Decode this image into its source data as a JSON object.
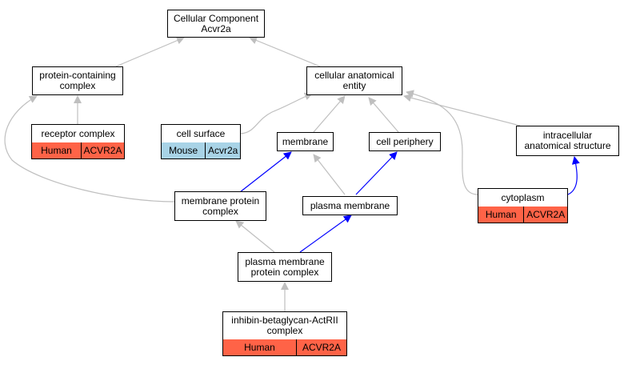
{
  "colors": {
    "gray_edge": "#bfbfbf",
    "blue_edge": "#0000ff",
    "human": "#ff6347",
    "mouse": "#a8d3e6"
  },
  "nodes": {
    "root": "Cellular Component\nAcvr2a",
    "protein_containing_complex": "protein-containing\ncomplex",
    "cellular_anatomical_entity": "cellular anatomical\nentity",
    "receptor_complex": "receptor complex",
    "cell_surface": "cell surface",
    "membrane": "membrane",
    "cell_periphery": "cell periphery",
    "intracellular_structure": "intracellular\nanatomical structure",
    "membrane_protein_complex": "membrane protein\ncomplex",
    "plasma_membrane": "plasma membrane",
    "cytoplasm": "cytoplasm",
    "plasma_membrane_protein_complex": "plasma membrane\nprotein complex",
    "inhibin_complex": "inhibin-betaglycan-ActRII\ncomplex"
  },
  "annotations": {
    "receptor_complex": {
      "species": "Human",
      "gene": "ACVR2A"
    },
    "cell_surface": {
      "species": "Mouse",
      "gene": "Acvr2a"
    },
    "cytoplasm": {
      "species": "Human",
      "gene": "ACVR2A"
    },
    "inhibin_complex": {
      "species": "Human",
      "gene": "ACVR2A"
    }
  },
  "edges": [
    {
      "from": "protein_containing_complex",
      "to": "root",
      "color": "gray"
    },
    {
      "from": "cellular_anatomical_entity",
      "to": "root",
      "color": "gray"
    },
    {
      "from": "receptor_complex",
      "to": "protein_containing_complex",
      "color": "gray"
    },
    {
      "from": "cell_surface",
      "to": "cellular_anatomical_entity",
      "color": "gray"
    },
    {
      "from": "membrane",
      "to": "cellular_anatomical_entity",
      "color": "gray"
    },
    {
      "from": "cell_periphery",
      "to": "cellular_anatomical_entity",
      "color": "gray"
    },
    {
      "from": "intracellular_structure",
      "to": "cellular_anatomical_entity",
      "color": "gray"
    },
    {
      "from": "cytoplasm",
      "to": "cellular_anatomical_entity",
      "color": "gray"
    },
    {
      "from": "membrane_protein_complex",
      "to": "protein_containing_complex",
      "color": "gray"
    },
    {
      "from": "membrane_protein_complex",
      "to": "membrane",
      "color": "blue"
    },
    {
      "from": "plasma_membrane",
      "to": "membrane",
      "color": "gray"
    },
    {
      "from": "plasma_membrane",
      "to": "cell_periphery",
      "color": "blue"
    },
    {
      "from": "cytoplasm",
      "to": "intracellular_structure",
      "color": "blue"
    },
    {
      "from": "plasma_membrane_protein_complex",
      "to": "membrane_protein_complex",
      "color": "gray"
    },
    {
      "from": "plasma_membrane_protein_complex",
      "to": "plasma_membrane",
      "color": "blue"
    },
    {
      "from": "inhibin_complex",
      "to": "plasma_membrane_protein_complex",
      "color": "gray"
    }
  ]
}
